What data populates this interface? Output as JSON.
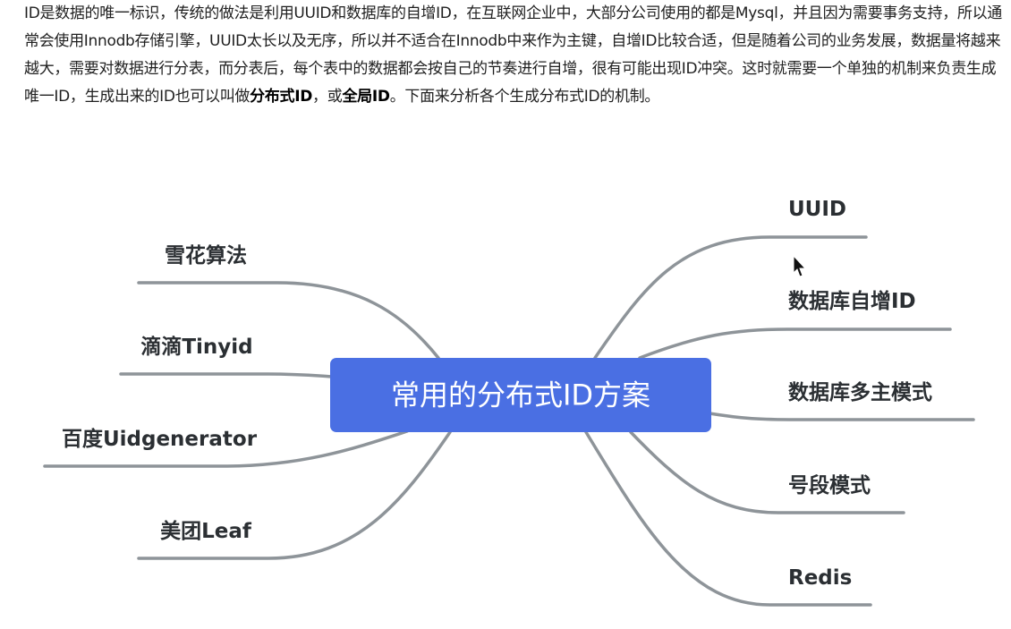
{
  "intro": {
    "part1": "ID是数据的唯一标识，传统的做法是利用UUID和数据库的自增ID，在互联网企业中，大部分公司使用的都是Mysql，并且因为需要事务支持，所以通常会使用Innodb存储引擎，UUID太长以及无序，所以并不适合在Innodb中来作为主键，自增ID比较合适，但是随着公司的业务发展，数据量将越来越大，需要对数据进行分表，而分表后，每个表中的数据都会按自己的节奏进行自增，很有可能出现ID冲突。这时就需要一个单独的机制来负责生成唯一ID，生成出来的ID也可以叫做",
    "bold1": "分布式ID",
    "part2": "，或",
    "bold2": "全局ID",
    "part3": "。下面来分析各个生成分布式ID的机制。"
  },
  "mindmap": {
    "root": "常用的分布式ID方案",
    "left": [
      "雪花算法",
      "滴滴Tinyid",
      "百度Uidgenerator",
      "美团Leaf"
    ],
    "right": [
      "UUID",
      "数据库自增ID",
      "数据库多主模式",
      "号段模式",
      "Redis"
    ],
    "colors": {
      "root": "#4a6fe3",
      "line": "#8e9499",
      "label": "#2b2f33"
    }
  }
}
